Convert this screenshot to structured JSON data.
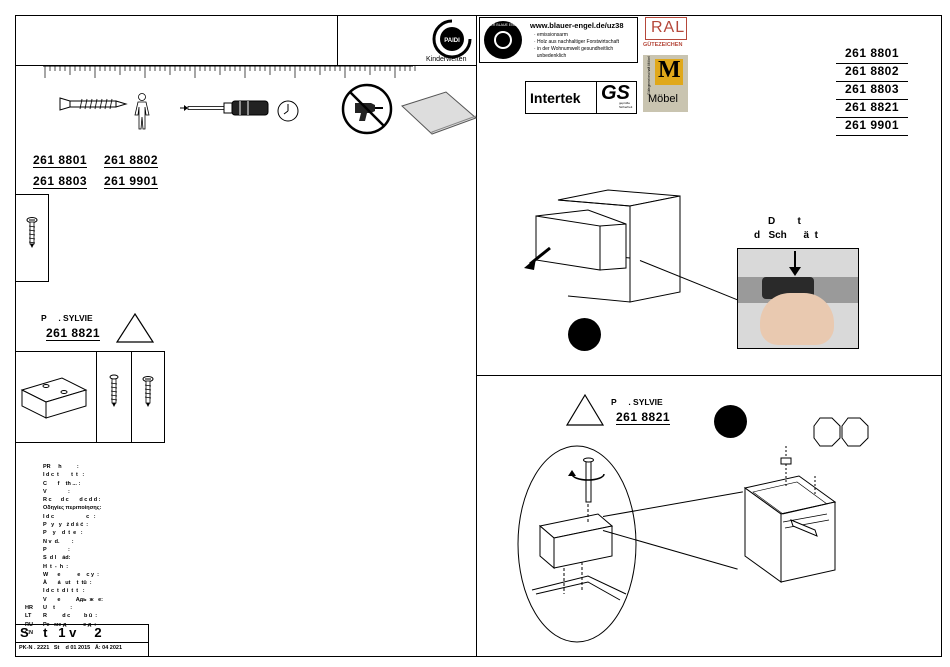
{
  "header": {
    "brand_label": "Kinderwelten",
    "brand_logo_text": "PAIDI",
    "blauer_engel_url": "www.blauer-engel.de/uz38",
    "blauer_engel_badge": "DER BLAUE ENGEL",
    "blauer_engel_points": [
      "· emissionsarm",
      "· Holz aus nachhaltiger Forstwirtschaft",
      "· in der Wohnumwelt gesundheitlich",
      "  unbedenklich"
    ],
    "ral_label": "RAL",
    "ral_sub": "GÜTEZEICHEN",
    "moebel_label": "Möbel",
    "moebel_side": "Gütegemeinschaft Möbel",
    "intertek_label": "Intertek",
    "gs_label": "GS",
    "gs_sub": "geprüfte Sicherheit"
  },
  "article_numbers_right": [
    "261 8801",
    "261 8802",
    "261 8803",
    "261 8821",
    "261 9901"
  ],
  "article_numbers_left": {
    "row1": [
      "261 8801",
      "261 8802"
    ],
    "row2": [
      "261 8803",
      "261 9901"
    ]
  },
  "product_left": {
    "label": "P     . SYLVIE",
    "number": "261 8821"
  },
  "product_right": {
    "label": "P     . SYLVIE",
    "number": "261 8821"
  },
  "drawer_caption": {
    "line1": "D        t",
    "line2": "d   Sch      ä  t"
  },
  "language_lines": [
    {
      "code": "",
      "text": "PR     h          :"
    },
    {
      "code": "",
      "text": "I d c  t        t  t   :"
    },
    {
      "code": "",
      "text": "C       f    th ... :"
    },
    {
      "code": "",
      "text": "V              :"
    },
    {
      "code": "",
      "text": "R c      d c       d c d d :"
    },
    {
      "code": "",
      "text": "Οδηγίες περιποίησης:"
    },
    {
      "code": "",
      "text": "I d c                     c   :"
    },
    {
      "code": "",
      "text": "P   y   y   ż d ś ć  :"
    },
    {
      "code": "",
      "text": "P    y    d  t  e   :"
    },
    {
      "code": "",
      "text": "N v  d.        :"
    },
    {
      "code": "",
      "text": "P              :"
    },
    {
      "code": "",
      "text": "S  d l    ád:"
    },
    {
      "code": "",
      "text": "H  t  -  h  :"
    },
    {
      "code": "",
      "text": "W      e           e    c y  :"
    },
    {
      "code": "",
      "text": "À       á   ut    t  tü  :"
    },
    {
      "code": "",
      "text": "I d c  t  d i  t  t   :"
    },
    {
      "code": "",
      "text": "V       e          Адь  ж   е:"
    },
    {
      "code": "HR",
      "text": "U    t          :"
    },
    {
      "code": "LT",
      "text": "R          d c         b ū  :"
    },
    {
      "code": "RU",
      "text": "Ре   ме д           е д  :"
    },
    {
      "code": "CN",
      "text": ""
    }
  ],
  "footer": {
    "title": "S    t   1 v     2",
    "info": "PK-N . 2221   St    d 01 2015   Ä: 04 2021"
  }
}
